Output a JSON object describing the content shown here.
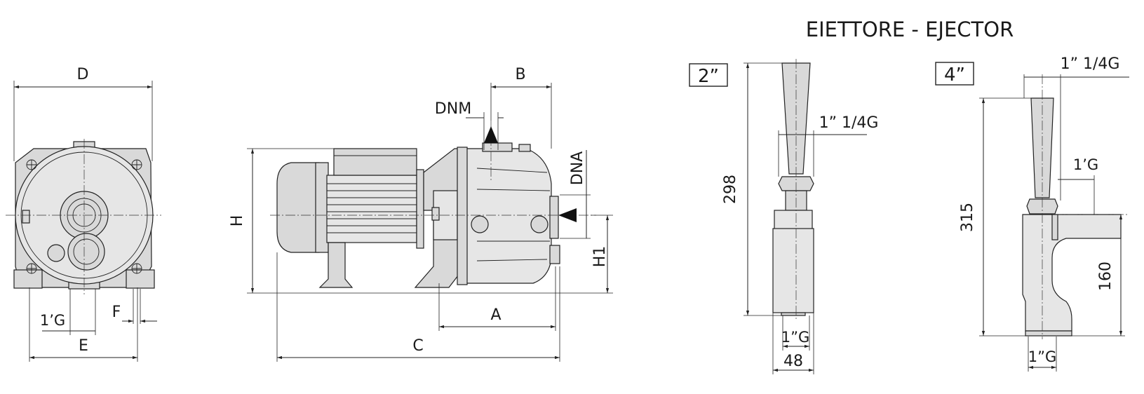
{
  "title": "EIETTORE - EJECTOR",
  "front_view": {
    "labels": {
      "D": "D",
      "E": "E",
      "F": "F",
      "inlet": "1’G"
    }
  },
  "side_view": {
    "labels": {
      "B": "B",
      "DNM": "DNM",
      "DNA": "DNA",
      "H": "H",
      "H1": "H1",
      "A": "A",
      "C": "C"
    }
  },
  "ejector_2in": {
    "size": "2”",
    "height": "298",
    "top_thread": "1” 1/4G",
    "bottom_thread": "1”G",
    "width": "48"
  },
  "ejector_4in": {
    "size": "4”",
    "height": "315",
    "top_thread": "1” 1/4G",
    "side_thread": "1’G",
    "lower_height": "160",
    "bottom_thread": "1”G"
  }
}
